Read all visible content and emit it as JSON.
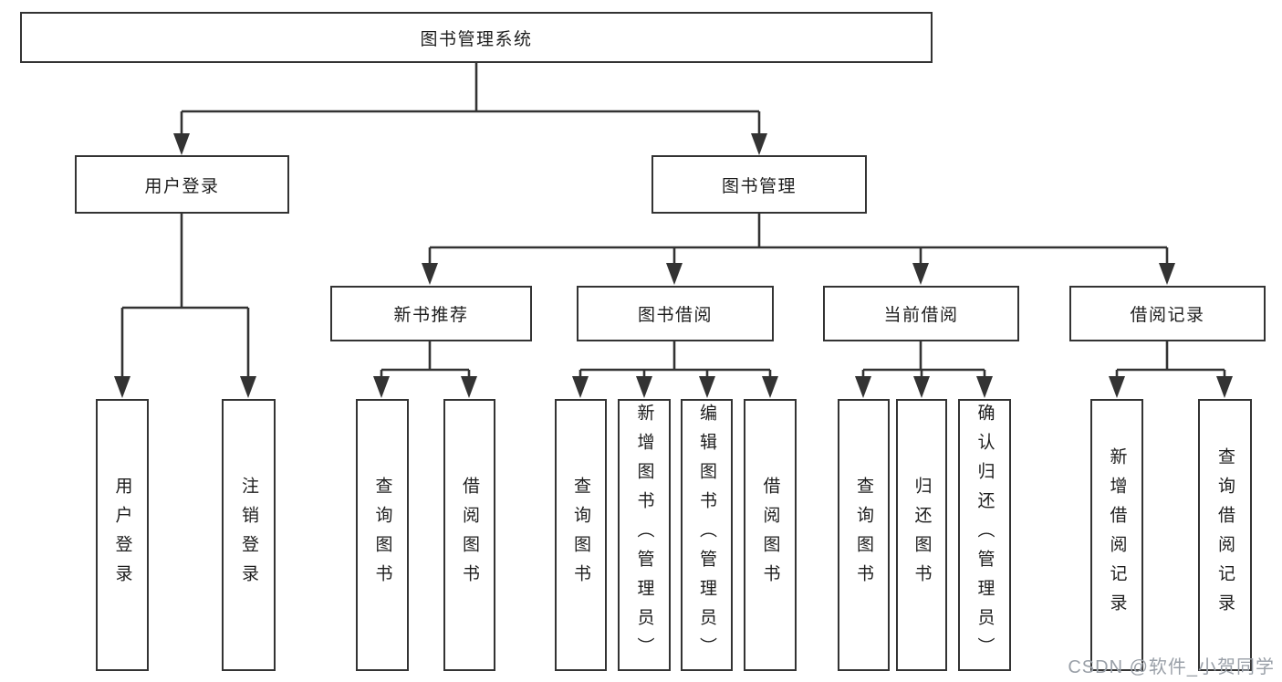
{
  "diagram": {
    "root": {
      "label": "图书管理系统"
    },
    "branches": [
      {
        "label": "用户登录",
        "children": [
          {
            "label": "用户登录"
          },
          {
            "label": "注销登录"
          }
        ]
      },
      {
        "label": "图书管理",
        "children": [
          {
            "label": "新书推荐",
            "children": [
              {
                "label": "查询图书"
              },
              {
                "label": "借阅图书"
              }
            ]
          },
          {
            "label": "图书借阅",
            "children": [
              {
                "label": "查询图书"
              },
              {
                "label": "新增图书（管理员）"
              },
              {
                "label": "编辑图书（管理员）"
              },
              {
                "label": "借阅图书"
              }
            ]
          },
          {
            "label": "当前借阅",
            "children": [
              {
                "label": "查询图书"
              },
              {
                "label": "归还图书"
              },
              {
                "label": "确认归还（管理员）"
              }
            ]
          },
          {
            "label": "借阅记录",
            "children": [
              {
                "label": "新增借阅记录"
              },
              {
                "label": "查询借阅记录"
              }
            ]
          }
        ]
      }
    ]
  },
  "watermark": {
    "text": "CSDN @软件_小贺同学"
  },
  "colors": {
    "line": "#333333",
    "border": "#333333",
    "text": "#1d1d1d",
    "background": "#ffffff",
    "watermark": "#9aa0a8"
  }
}
